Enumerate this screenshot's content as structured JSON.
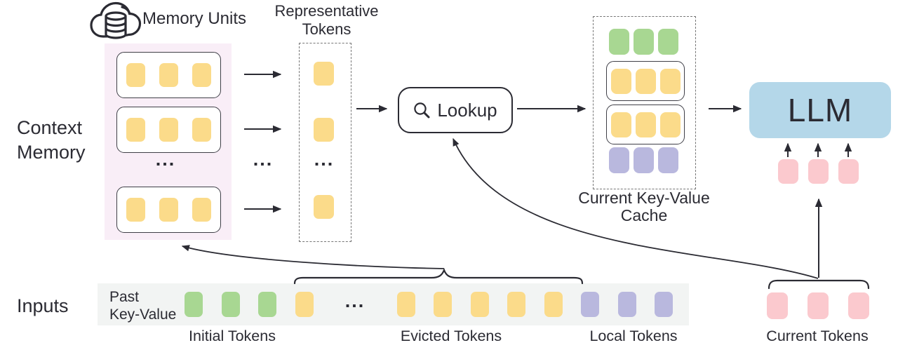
{
  "colors": {
    "ink": "#2b2b33",
    "yellow": "#fbdb8a",
    "green": "#a8d792",
    "purple": "#b9b8de",
    "pink": "#fbc9ce",
    "llm_blue": "#b4d7e9",
    "panel_pink": "#f9eef7",
    "strip_gray": "#f2f4f3",
    "box_border": "#3f3f47",
    "dash_gray": "#767676"
  },
  "icons": {
    "memory_units": "cloud-database-icon",
    "lookup": "magnifier-icon"
  },
  "labels": {
    "memory_units": "Memory Units",
    "representative_line1": "Representative",
    "representative_line2": "Tokens",
    "context_line1": "Context",
    "context_line2": "Memory",
    "inputs": "Inputs",
    "lookup": "Lookup",
    "llm": "LLM",
    "cache_line1": "Current Key-Value",
    "cache_line2": "Cache",
    "past_kv_line1": "Past",
    "past_kv_line2": "Key-Value",
    "initial_tokens": "Initial Tokens",
    "evicted_tokens": "Evicted Tokens",
    "local_tokens": "Local Tokens",
    "current_tokens": "Current Tokens",
    "ellipsis": "..."
  },
  "diagram": {
    "memory_units": {
      "visible_units": 3,
      "unit_tokens": {
        "count": 3,
        "color": "yellow"
      }
    },
    "representative_column": {
      "visible_tokens": 3,
      "token_color": "yellow"
    },
    "kv_cache": {
      "rows": [
        {
          "style": "loose",
          "tokens": {
            "count": 3,
            "color": "green"
          }
        },
        {
          "style": "boxed",
          "tokens": {
            "count": 3,
            "color": "yellow"
          }
        },
        {
          "style": "boxed",
          "tokens": {
            "count": 3,
            "color": "yellow"
          }
        },
        {
          "style": "loose",
          "tokens": {
            "count": 3,
            "color": "purple"
          }
        }
      ]
    },
    "llm_inputs": {
      "count": 3,
      "color": "pink"
    },
    "past_sequence": [
      "green",
      "green",
      "green",
      "yellow",
      "ellipsis",
      "yellow",
      "yellow",
      "yellow",
      "yellow",
      "yellow",
      "purple",
      "purple",
      "purple"
    ],
    "current_tokens": {
      "count": 3,
      "color": "pink"
    }
  }
}
